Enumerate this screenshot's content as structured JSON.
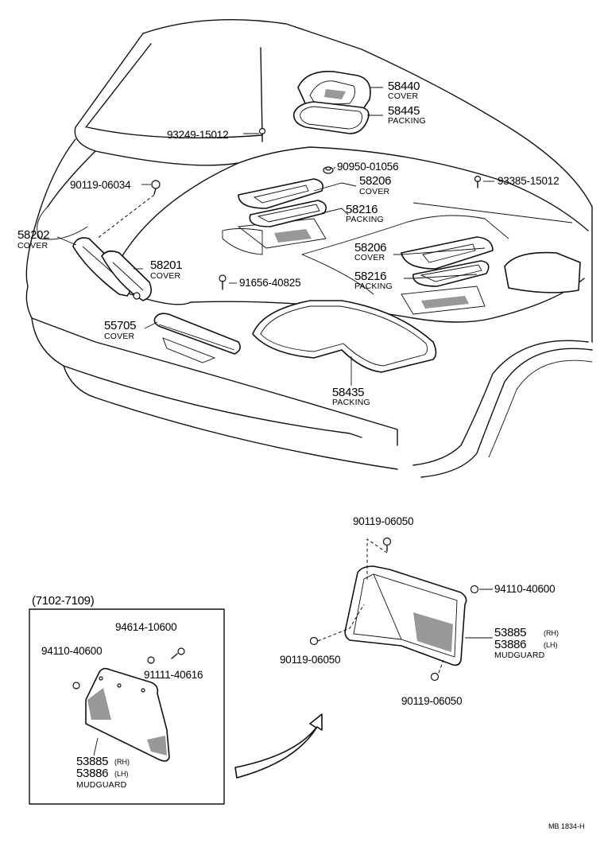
{
  "labels": {
    "p58440": "58440",
    "p58440_name": "COVER",
    "p58445": "58445",
    "p58445_name": "PACKING",
    "p93249": "93249-15012",
    "p90950": "90950-01056",
    "p90119a": "90119-06034",
    "p58206a": "58206",
    "p58206a_name": "COVER",
    "p93385": "93385-15012",
    "p58216a": "58216",
    "p58216a_name": "PACKING",
    "p58202": "58202",
    "p58202_name": "COVER",
    "p58201": "58201",
    "p58201_name": "COVER",
    "p58206b": "58206",
    "p58206b_name": "COVER",
    "p91656": "91656-40825",
    "p58216b": "58216",
    "p58216b_name": "PACKING",
    "p55705": "55705",
    "p55705_name": "COVER",
    "p58435": "58435",
    "p58435_name": "PACKING",
    "p90119b": "90119-06050",
    "p94110a": "94110-40600",
    "p90119c": "90119-06050",
    "p53885a": "53885",
    "p53885a_sfx": "(RH)",
    "p53886a": "53886",
    "p53886a_sfx": "(LH)",
    "mudguard_a": "MUDGUARD",
    "p90119d": "90119-06050",
    "inset_title": "(7102-7109)",
    "p94614": "94614-10600",
    "p94110b": "94110-40600",
    "p91111": "91111-40616",
    "p53885b": "53885",
    "p53885b_sfx": "(RH)",
    "p53886b": "53886",
    "p53886b_sfx": "(LH)",
    "mudguard_b": "MUDGUARD",
    "ref": "MB 1834-H"
  }
}
